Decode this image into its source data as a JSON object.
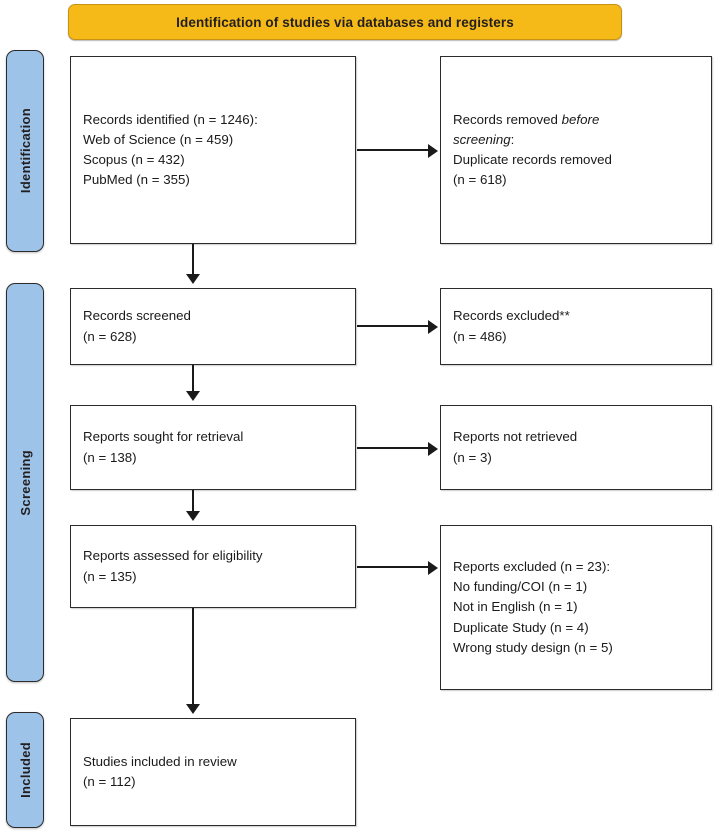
{
  "diagram": {
    "type": "prisma-flow-diagram",
    "banner": {
      "title": "Identification of studies via databases and registers"
    },
    "colors": {
      "banner_fill": "#F5B918",
      "stage_fill": "#9EC3E8",
      "box_fill": "#FFFFFF",
      "line": "#1A1A1A"
    },
    "stages": [
      {
        "id": "identification",
        "label": "Identification"
      },
      {
        "id": "screening",
        "label": "Screening"
      },
      {
        "id": "included",
        "label": "Included"
      }
    ],
    "boxes": {
      "identified": {
        "line1": "Records identified (n = 1246):",
        "line2": "    Web of Science (n = 459)",
        "line3": "    Scopus (n = 432)",
        "line4": "    PubMed (n = 355)"
      },
      "removed": {
        "line1_a": "Records removed ",
        "line1_em": "before",
        "line2_em": "screening",
        "line2_b": ":",
        "line3": "    Duplicate records removed",
        "line4": "(n = 618)"
      },
      "screened": {
        "line1": "Records screened",
        "line2": "(n = 628)"
      },
      "records_excluded": {
        "line1": "Records excluded**",
        "line2": "(n = 486)"
      },
      "sought": {
        "line1": "Reports sought for retrieval",
        "line2": "(n = 138)"
      },
      "not_retrieved": {
        "line1": "Reports not retrieved",
        "line2": "(n = 3)"
      },
      "assessed": {
        "line1": "Reports assessed for eligibility",
        "line2": "(n = 135)"
      },
      "reports_excluded": {
        "line1": "Reports excluded (n = 23):",
        "line2": "    No funding/COI (n = 1)",
        "line3": "    Not in English (n = 1)",
        "line4": "    Duplicate Study (n = 4)",
        "line5": "    Wrong study design (n = 5)"
      },
      "included": {
        "line1": "Studies included in review",
        "line2": "(n = 112)"
      }
    }
  }
}
